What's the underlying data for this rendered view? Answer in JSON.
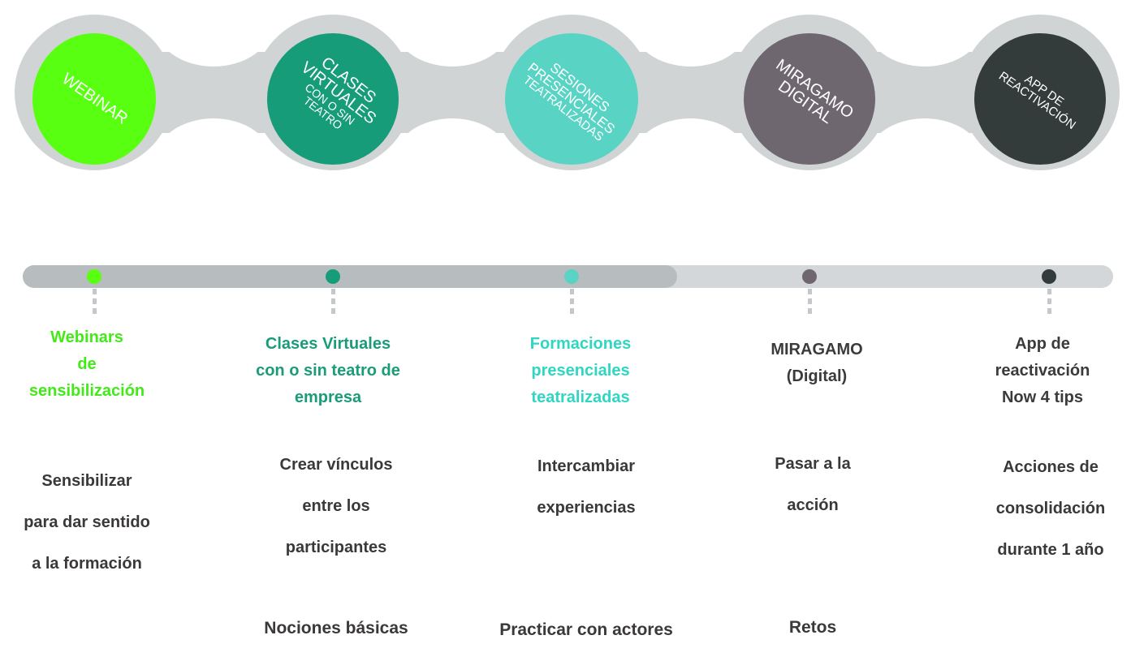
{
  "colors": {
    "chain_bg": "#d1d4d5",
    "track": "#d4d7d9",
    "progress": "#b7bdbe",
    "dash": "#c5c8ca",
    "text_dark": "#3b3838"
  },
  "progress_fraction": 0.6,
  "stages": [
    {
      "circle_color": "#59ff10",
      "circle_lines": [
        "WEBINAR"
      ],
      "title_color": "#42ea17",
      "title_lines": [
        "Webinars",
        "de",
        "sensibilización"
      ],
      "description_lines": [
        "Sensibilizar",
        "para dar sentido",
        "a la formación"
      ],
      "extra": ""
    },
    {
      "circle_color": "#179c79",
      "circle_lines": [
        "CLASES",
        "VIRTUALES",
        "CON O SIN",
        "TEATRO"
      ],
      "title_color": "#1a9c78",
      "title_lines": [
        "Clases Virtuales",
        "con o sin teatro de",
        "empresa"
      ],
      "description_lines": [
        "Crear vínculos",
        "entre los",
        "participantes"
      ],
      "extra": "Nociones básicas"
    },
    {
      "circle_color": "#59d4c4",
      "circle_lines": [
        "SESIONES",
        "PRESENCIALES",
        "TEATRALIZADAS"
      ],
      "title_color": "#2fd6c2",
      "title_lines": [
        "Formaciones",
        "presenciales",
        "teatralizadas"
      ],
      "description_lines": [
        "Intercambiar",
        "experiencias"
      ],
      "extra": "Practicar con actores"
    },
    {
      "circle_color": "#6e676f",
      "circle_lines": [
        "MIRAGAMO",
        "DIGITAL"
      ],
      "title_color": "#3b3b3b",
      "title_lines": [
        "MIRAGAMO",
        "(Digital)"
      ],
      "description_lines": [
        "Pasar a la",
        "acción"
      ],
      "extra": "Retos"
    },
    {
      "circle_color": "#333c3a",
      "circle_lines": [
        "APP DE",
        "REACTIVACIÓN"
      ],
      "title_color": "#3b3b3b",
      "title_lines": [
        "App de",
        "reactivación",
        "Now 4 tips"
      ],
      "description_lines": [
        "Acciones de",
        "consolidación",
        "durante 1 año"
      ],
      "extra": ""
    }
  ]
}
